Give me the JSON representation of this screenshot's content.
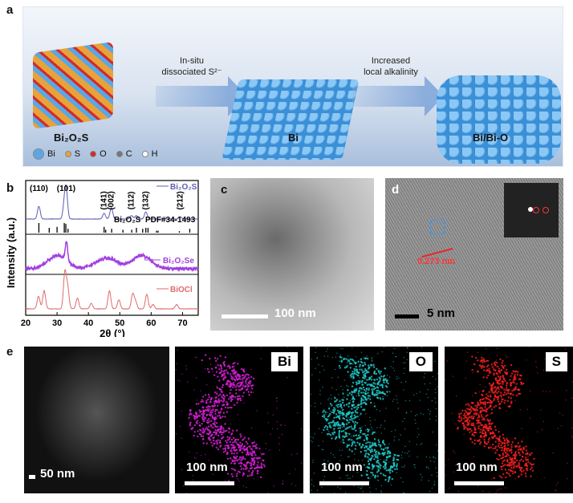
{
  "panel_labels": {
    "a": "a",
    "b": "b",
    "c": "c",
    "d": "d",
    "e": "e"
  },
  "panel_a": {
    "stage1": "Bi₂O₂S",
    "stage2": "Bi",
    "stage3": "Bi/Bi-O",
    "arrow1_line1": "In-situ",
    "arrow1_line2": "dissociated S²⁻",
    "arrow2_line1": "Increased",
    "arrow2_line2": "local alkalinity",
    "legend": [
      {
        "label": "Bi",
        "color": "#5aa7e6"
      },
      {
        "label": "S",
        "color": "#e8a23a"
      },
      {
        "label": "O",
        "color": "#d42a2a"
      },
      {
        "label": "C",
        "color": "#777777"
      },
      {
        "label": "H",
        "color": "#ffffff"
      }
    ]
  },
  "chart_data": {
    "type": "line",
    "xlabel": "2θ (°)",
    "ylabel": "Intensity (a.u.)",
    "xlim": [
      20,
      75
    ],
    "xticks": [
      20,
      30,
      40,
      50,
      60,
      70
    ],
    "series": [
      {
        "name": "Bi₂O₂S",
        "color": "#5b5bb5",
        "peaks": [
          [
            24.2,
            0.45
          ],
          [
            32.3,
            0.45
          ],
          [
            32.9,
            1.0
          ],
          [
            45,
            0.2
          ],
          [
            47.3,
            0.4
          ],
          [
            53.7,
            0.12
          ],
          [
            55.3,
            0.12
          ],
          [
            58.3,
            0.25
          ],
          [
            69.2,
            0.08
          ]
        ]
      },
      {
        "name": "Bi₂O₂Se",
        "color": "#a040e0",
        "peaks": [
          [
            30,
            0.55
          ],
          [
            33,
            0.8
          ],
          [
            44,
            0.2
          ],
          [
            47,
            0.3
          ],
          [
            57,
            0.55
          ]
        ]
      },
      {
        "name": "BiOCl",
        "color": "#e06a6a",
        "peaks": [
          [
            24.1,
            0.35
          ],
          [
            25.9,
            0.5
          ],
          [
            32.5,
            1.0
          ],
          [
            33.4,
            0.55
          ],
          [
            36.5,
            0.3
          ],
          [
            40.9,
            0.15
          ],
          [
            46.7,
            0.5
          ],
          [
            49.7,
            0.25
          ],
          [
            54.1,
            0.4
          ],
          [
            55,
            0.2
          ],
          [
            58.6,
            0.4
          ],
          [
            60.6,
            0.12
          ],
          [
            68.1,
            0.12
          ]
        ]
      }
    ],
    "reference": {
      "label": "Bi₂O₂S",
      "card": "PDF#34-1493",
      "lines": [
        [
          24.2,
          1
        ],
        [
          27.5,
          0.5
        ],
        [
          30,
          0.6
        ],
        [
          32.3,
          1
        ],
        [
          32.8,
          0.9
        ],
        [
          33.5,
          0.4
        ],
        [
          45,
          0.6
        ],
        [
          45.5,
          0.3
        ],
        [
          47.4,
          0.4
        ],
        [
          51,
          0.3
        ],
        [
          53.8,
          0.3
        ],
        [
          55.3,
          0.5
        ],
        [
          57.3,
          0.4
        ],
        [
          58.3,
          0.5
        ],
        [
          59,
          0.5
        ],
        [
          61.7,
          0.2
        ],
        [
          62.2,
          0.2
        ],
        [
          69,
          0.15
        ],
        [
          72.3,
          0.4
        ]
      ]
    },
    "peak_labels": [
      {
        "x": 24.2,
        "label": "(110)"
      },
      {
        "x": 32.9,
        "label": "(101)"
      },
      {
        "x": 45,
        "label": "(141)"
      },
      {
        "x": 47.3,
        "label": "(002)"
      },
      {
        "x": 53.7,
        "label": "(112)"
      },
      {
        "x": 58.3,
        "label": "(132)"
      },
      {
        "x": 69.2,
        "label": "(212)"
      }
    ]
  },
  "panel_c": {
    "scale": "100 nm"
  },
  "panel_d": {
    "scale": "5 nm",
    "d_spacing": "0.273 nm"
  },
  "panel_e": {
    "scale_haadf": "50 nm",
    "maps": [
      {
        "element": "Bi",
        "scale": "100 nm",
        "color": "#e020e0"
      },
      {
        "element": "O",
        "scale": "100 nm",
        "color": "#20d0d0"
      },
      {
        "element": "S",
        "scale": "100 nm",
        "color": "#ff2020"
      }
    ]
  }
}
